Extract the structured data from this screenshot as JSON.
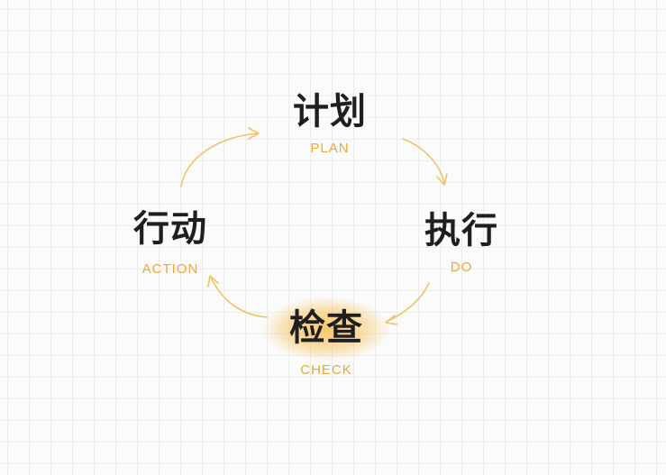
{
  "nodes": {
    "plan": {
      "cn": "计划",
      "en": "PLAN"
    },
    "do": {
      "cn": "执行",
      "en": "DO"
    },
    "check": {
      "cn": "检查",
      "en": "CHECK"
    },
    "action": {
      "cn": "行动",
      "en": "ACTION"
    }
  },
  "colors": {
    "accent": "#efc36a",
    "label": "#e7a93a",
    "text": "#1f1f1f",
    "grid": "#ececec"
  }
}
